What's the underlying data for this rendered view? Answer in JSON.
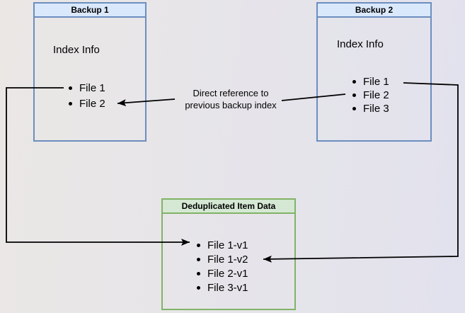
{
  "colors": {
    "bg_left": "#eae7e5",
    "bg_right": "#e2e2ee",
    "blue_fill": "#dae8fc",
    "blue_border": "#6c8ebf",
    "green_fill": "#d5e8d4",
    "green_border": "#82b366",
    "arrow": "#000000"
  },
  "boxes": {
    "backup1": {
      "title": "Backup 1",
      "subtitle": "Index Info",
      "items": [
        "File 1",
        "File 2"
      ]
    },
    "backup2": {
      "title": "Backup 2",
      "subtitle": "Index Info",
      "items": [
        "File 1",
        "File 2",
        "File 3"
      ]
    },
    "dedup": {
      "title": "Deduplicated Item Data",
      "items": [
        "File 1-v1",
        "File 1-v2",
        "File 2-v1",
        "File 3-v1"
      ]
    }
  },
  "annotation": {
    "line1": "Direct reference to",
    "line2": "previous backup index"
  }
}
